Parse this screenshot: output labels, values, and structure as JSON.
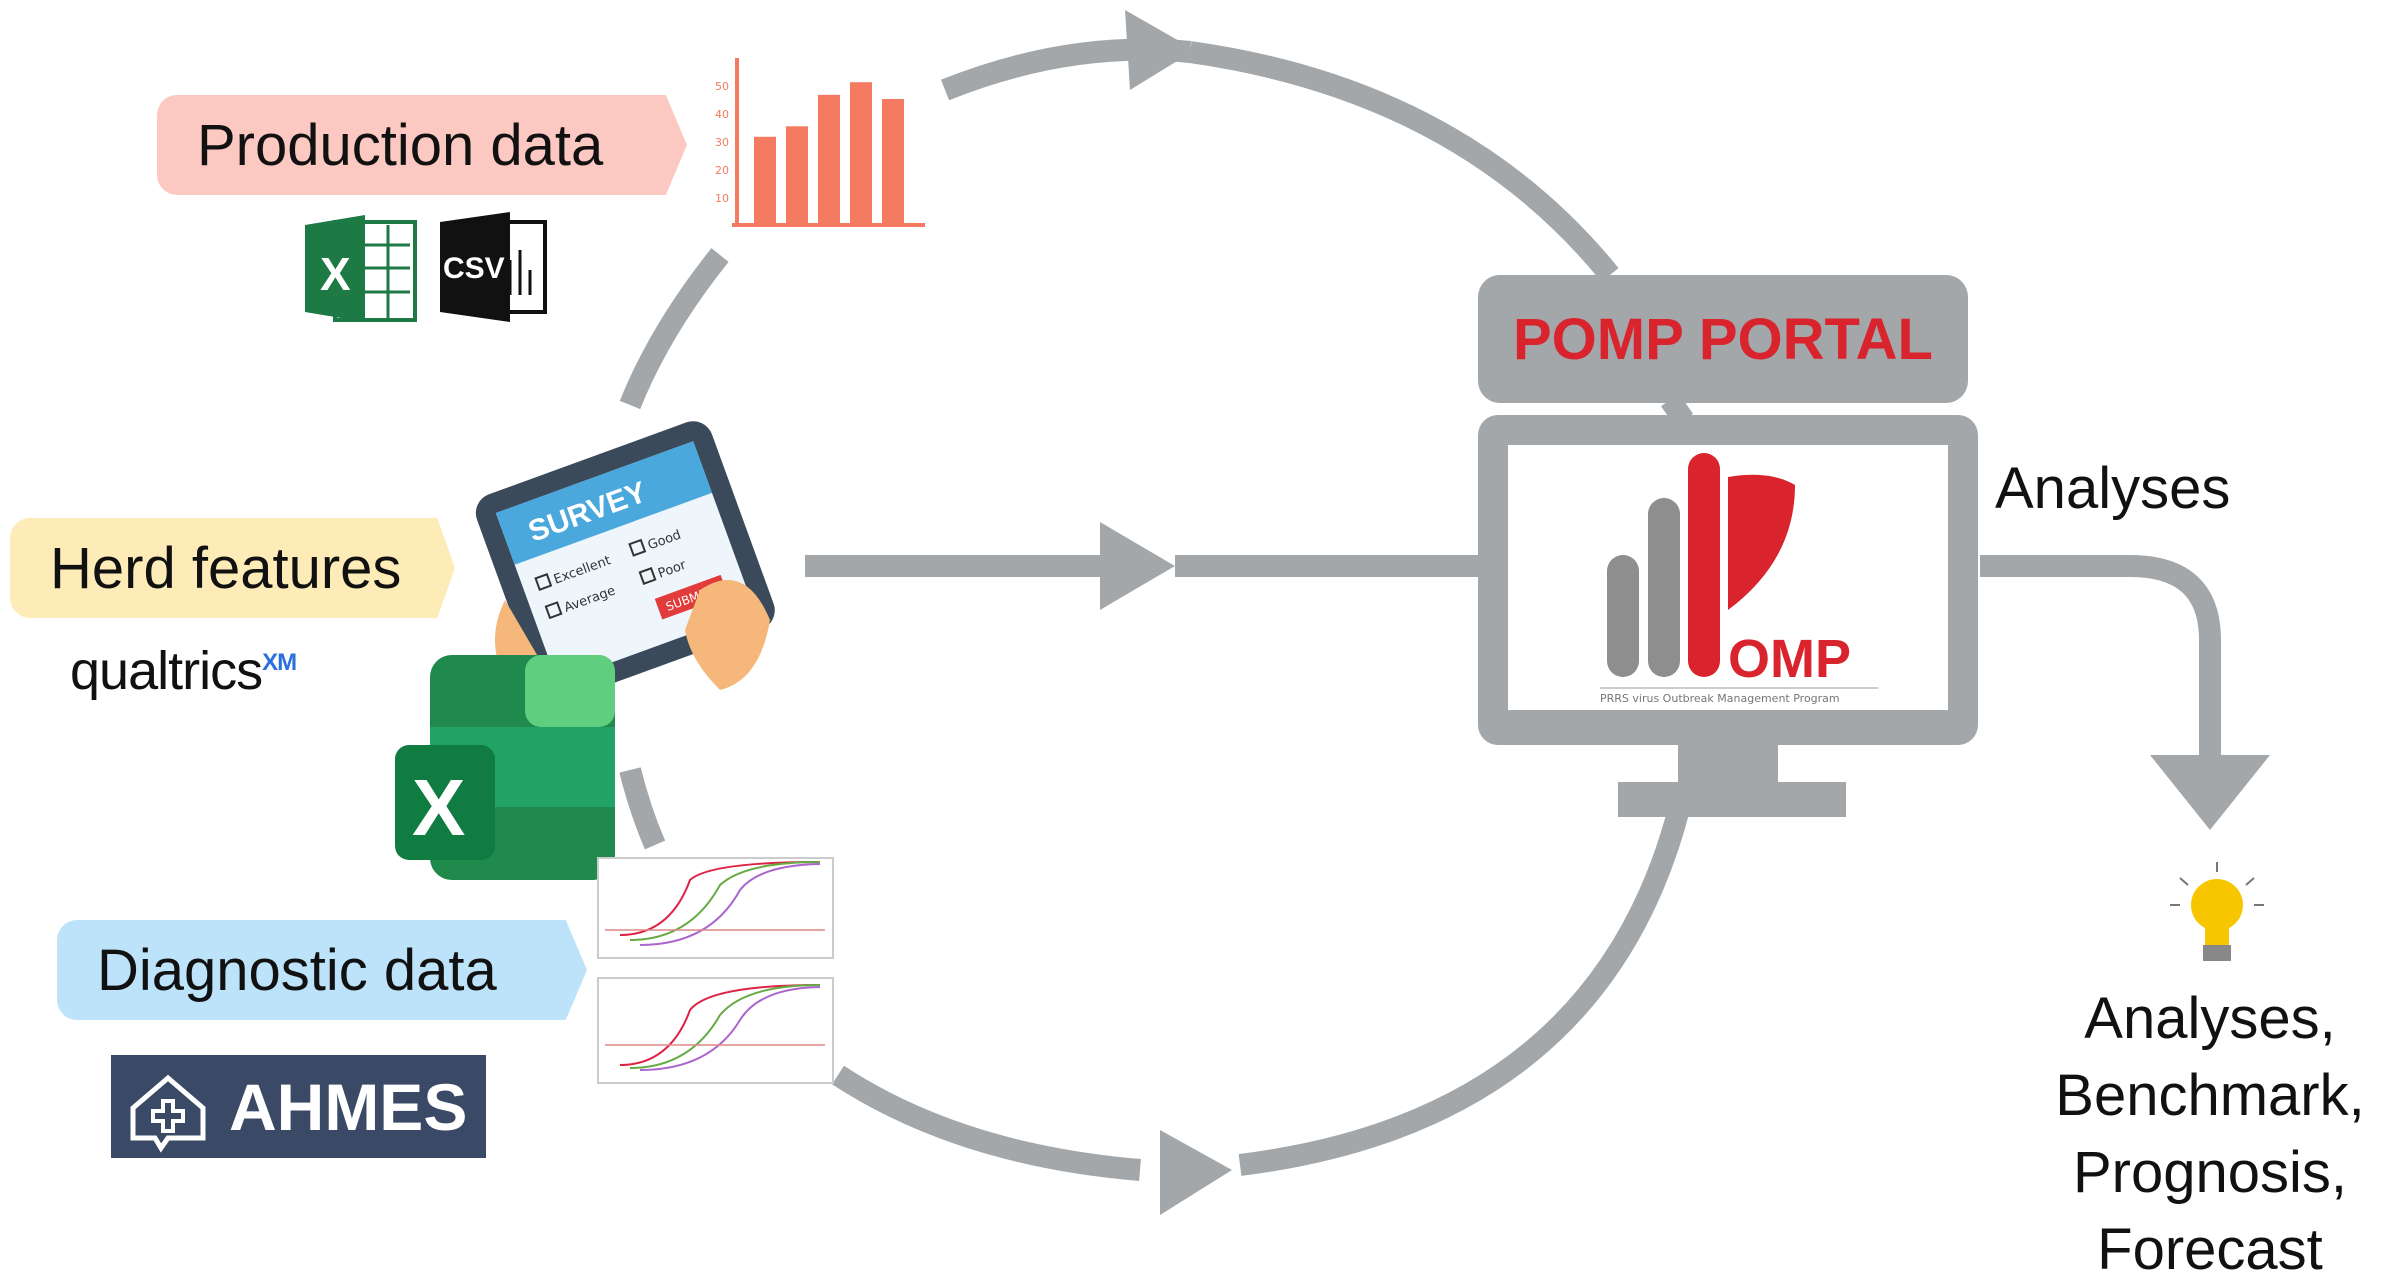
{
  "inputs": {
    "production": {
      "label": "Production data",
      "badge": "#fcc9c2",
      "file_icons": [
        "excel-icon",
        "csv-icon"
      ],
      "csv_text": "CSV",
      "excel_letter": "X"
    },
    "herd": {
      "label": "Herd features",
      "badge": "#fdebb8",
      "source": "qualtrics",
      "source_sup": "XM",
      "excel_letter": "X"
    },
    "diagnostic": {
      "label": "Diagnostic data",
      "badge": "#bde3fb",
      "source": "AHMES"
    }
  },
  "survey": {
    "title": "SURVEY",
    "options": [
      "Excellent",
      "Good",
      "Average",
      "Poor"
    ],
    "submit": "SUBMIT"
  },
  "bar_chart_ticks": [
    "50",
    "40",
    "30",
    "20",
    "10"
  ],
  "portal": {
    "title": "POMP PORTAL",
    "logo_text": "OMP",
    "tagline": "PRRS virus Outbreak Management Program",
    "title_color": "#d9232d"
  },
  "output": {
    "arrow_label": "Analyses",
    "result_lines": [
      "Analyses,",
      "Benchmark,",
      "Prognosis,",
      "Forecast"
    ],
    "icon": "lightbulb-icon"
  },
  "colors": {
    "arrow": "#a3a7aa",
    "accent_red": "#d9232d",
    "bar": "#f47a62"
  }
}
